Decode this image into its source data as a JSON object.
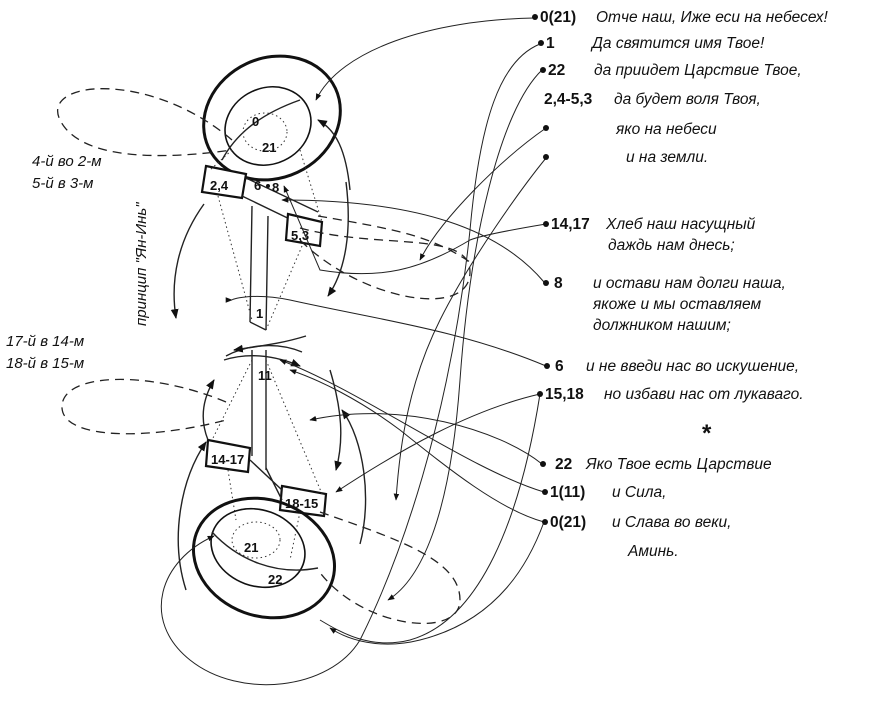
{
  "verses": [
    {
      "num": "0(21)",
      "text": "Отче наш, Иже еси на небесех!"
    },
    {
      "num": "1",
      "text": "Да святится имя Твое!"
    },
    {
      "num": "22",
      "text": "да приидет Царствие Твое,"
    },
    {
      "num": "2,4-5,3",
      "text": "да будет воля Твоя,"
    },
    {
      "num": "",
      "text": "яко на небеси"
    },
    {
      "num": "",
      "text": "и на земли."
    },
    {
      "num": "14,17",
      "text": "Хлеб наш насущный",
      "text2": "даждь нам днесь;"
    },
    {
      "num": "8",
      "text": "и остави нам долги наша,",
      "text2": "якоже и мы оставляем",
      "text3": "должником нашим;"
    },
    {
      "num": "6",
      "text": "и не введи нас во искушение,"
    },
    {
      "num": "15,18",
      "text": "но избави нас от лукаваго."
    },
    {
      "num": "22",
      "text": "Яко Твое есть Царствие"
    },
    {
      "num": "1(11)",
      "text": "и Сила,"
    },
    {
      "num": "0(21)",
      "text": "и Слава во веки,",
      "text2": "Аминь."
    }
  ],
  "separator": "*",
  "side_notes": {
    "upper_1": "4-й во 2-м",
    "upper_2": "5-й в 3-м",
    "vertical": "принцип \"Ян-Инь\"",
    "lower_1": "17-й в 14-м",
    "lower_2": "18-й в 15-м"
  },
  "figure_labels": {
    "top_0": "0",
    "top_21": "21",
    "left_block": "2,4",
    "center_6": "6",
    "center_8": "8",
    "right_block": "5,3",
    "stem_1": "1",
    "stem_11": "11",
    "lower_left_block": "14-17",
    "lower_right_block": "18-15",
    "bottom_21": "21",
    "bottom_22": "22"
  }
}
